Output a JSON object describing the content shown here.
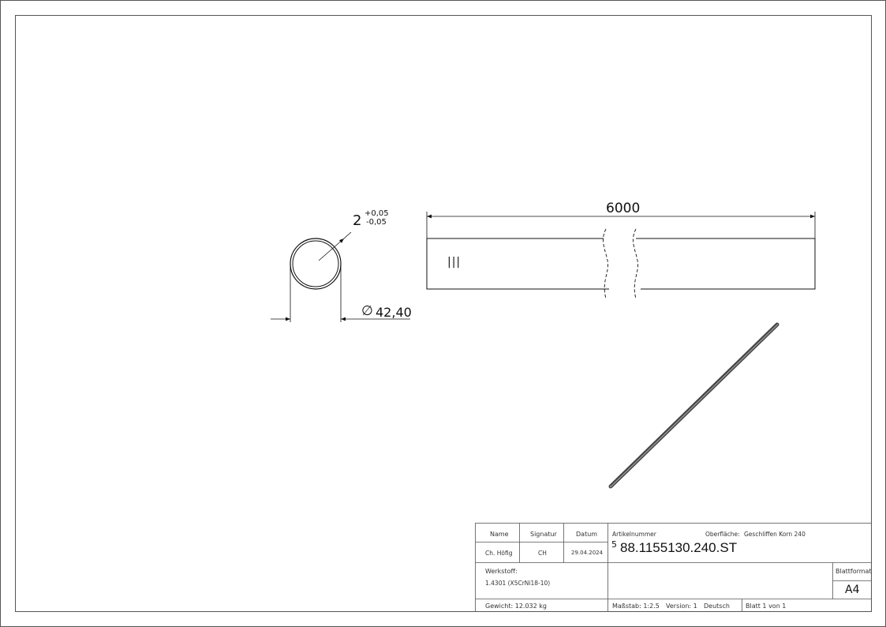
{
  "dimensions": {
    "length": "6000",
    "wall_thickness": "2",
    "tol_upper": "+0,05",
    "tol_lower": "-0,05",
    "diameter_symbol": "∅",
    "diameter": "42,40",
    "section_marks": "|||"
  },
  "title_block": {
    "headers": {
      "name": "Name",
      "signature": "Signatur",
      "date": "Datum"
    },
    "row": {
      "name": "Ch. Höfig",
      "signature": "CH",
      "date": "29.04.2024"
    },
    "material_label": "Werkstoff:",
    "material_value": "1.4301 (X5CrNi18-10)",
    "weight": "Gewicht: 12.032 kg",
    "article_label": "Artikelnummer",
    "surface_label": "Oberfläche:",
    "surface_value": "Geschliffen Korn 240",
    "revision": "5",
    "article_number": "88.1155130.240.ST",
    "format_label": "Blattformat",
    "format_value": "A4",
    "scale": "Maßstab: 1:2.5",
    "version": "Version: 1",
    "language": "Deutsch",
    "sheet": "Blatt 1 von 1"
  }
}
